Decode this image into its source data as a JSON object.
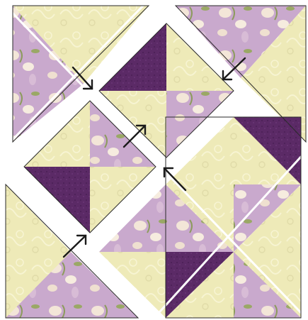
{
  "image": {
    "subject": "",
    "background": "#ffffff"
  },
  "colors": {
    "cream": "#eeeab8",
    "cream_swirl": "#e2ddb0",
    "purple": "#5b2a66",
    "purple_dark": "#4a1f55",
    "floral": "#c9a9cd",
    "floral_flower": "#f3e6d8",
    "floral_leaf": "#8c9b5c",
    "seam": "#ffffff",
    "arrow": "#1a1a1a"
  },
  "fabrics": [
    "cream",
    "purple",
    "floral"
  ],
  "arrows": {
    "count": 5,
    "icon": "arrow-icon"
  }
}
